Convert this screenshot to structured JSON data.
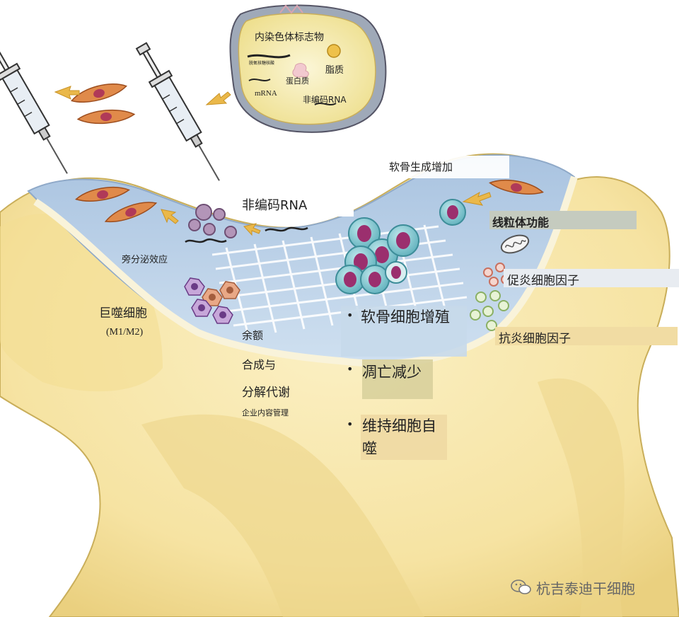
{
  "cargo": {
    "title": "内染色体标志物",
    "dna": "脱氧核糖核酸",
    "lipid": "脂质",
    "protein": "蛋白质",
    "mrna": "mRNA",
    "ncrna": "非编码RNA"
  },
  "labels": {
    "ncrna_main": "非编码RNA",
    "cartilage_gen": "软骨生成增加",
    "mito": "线粒体功能",
    "pro_inflam": "促炎细胞因子",
    "anti_inflam": "抗炎细胞因子",
    "paracrine": "旁分泌效应",
    "macrophage": "巨噬细胞",
    "m1m2": "(M1/M2)",
    "surplus": "余额",
    "synth": "合成与",
    "decomp": "分解代谢",
    "mgmt": "企业内容管理",
    "b1": "软骨细胞增殖",
    "b2": "凋亡减少",
    "b3_line1": "维持细胞自",
    "b3_line2": "噬",
    "watermark": "杭吉泰迪干细胞"
  },
  "colors": {
    "bone": "#f7e7a8",
    "bone_dark": "#e9cf7c",
    "fluid": "#b9cfe6",
    "cell_teal": "#7fc6cf",
    "cell_nucleus": "#9b2f6e",
    "msc": "#d9733a"
  },
  "icons": [
    "syringe-icon",
    "wechat-icon",
    "mitochondria-icon",
    "arrow-icon"
  ]
}
